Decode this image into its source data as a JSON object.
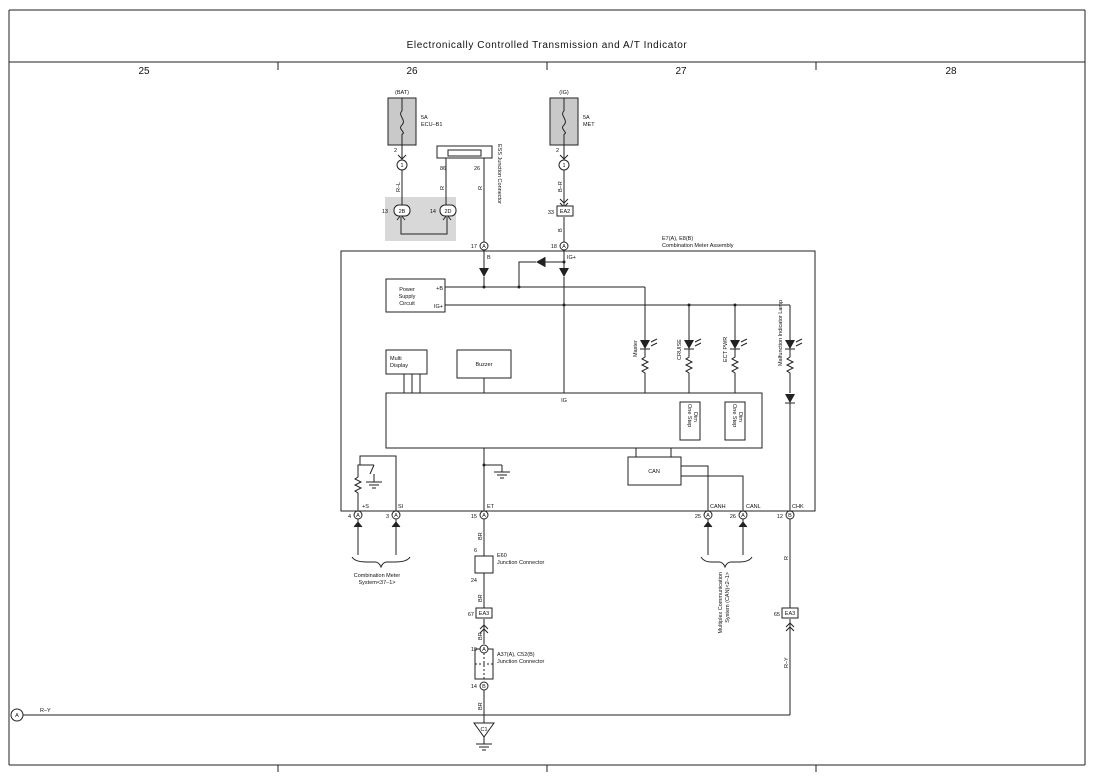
{
  "title": "Electronically Controlled Transmission and A/T Indicator",
  "columns": [
    "25",
    "26",
    "27",
    "28"
  ],
  "fuses": [
    {
      "source": "(BAT)",
      "rating": "5A",
      "name": "ECU–B1",
      "pin": "2",
      "conn": "1"
    },
    {
      "source": "(IG)",
      "rating": "5A",
      "name": "MET",
      "pin": "2",
      "conn": "1"
    }
  ],
  "ess": {
    "label": "ESS Junction Connector",
    "pin_left": "86",
    "pin_right": "26"
  },
  "wires": {
    "rl": "R–L",
    "r": "R",
    "br_upper": "B–R",
    "b": "B",
    "br": "BR",
    "ry": "R–Y"
  },
  "connectors": {
    "p13": "13",
    "c2b": "2B",
    "p14": "14",
    "c2d": "2D",
    "p33": "33",
    "ea2": "EA2",
    "p17": "17",
    "p18": "18",
    "a": "A",
    "p4": "4",
    "p3": "3",
    "p15": "15",
    "p25": "25",
    "p26": "26",
    "p12": "12",
    "b": "B",
    "p67": "67",
    "ea3": "EA3",
    "p65": "65",
    "p19": "19",
    "p14b": "14",
    "p6": "6",
    "p24": "24"
  },
  "meter": {
    "label1": "E7(A), E8(B)",
    "label2": "Combination Meter Assembly",
    "pin_b": "B",
    "pin_ig": "IG+",
    "ps_b": "+B",
    "ps_ig": "IG+",
    "power_supply": [
      "Power",
      "Supply",
      "Circuit"
    ],
    "multi_display": [
      "Multi",
      "Display"
    ],
    "buzzer": "Buzzer",
    "ig": "IG",
    "can": "CAN",
    "leds": [
      "Master",
      "CRUISE",
      "ECT PWR",
      "Malfunction Indicator Lamp"
    ],
    "dim1": [
      "One Step",
      "Dim"
    ],
    "dim2": [
      "One Step",
      "Dim"
    ],
    "term_s": "+S",
    "term_si": "SI",
    "term_et": "ET",
    "term_canh": "CANH",
    "term_canl": "CANL",
    "term_chk": "CHK"
  },
  "junction_e60": {
    "name": "E60",
    "label": "Junction Connector"
  },
  "junction_a37": {
    "name": "A37(A), C52(B)",
    "label": "Junction Connector"
  },
  "ground": "C1",
  "left_ref": {
    "circle": "A",
    "wire": "R–Y"
  },
  "refs": {
    "combo_meter": [
      "Combination Meter",
      "System<37–1>"
    ],
    "multiplex": [
      "Multiplex Communication",
      "System (CAN)<2–1>"
    ]
  }
}
